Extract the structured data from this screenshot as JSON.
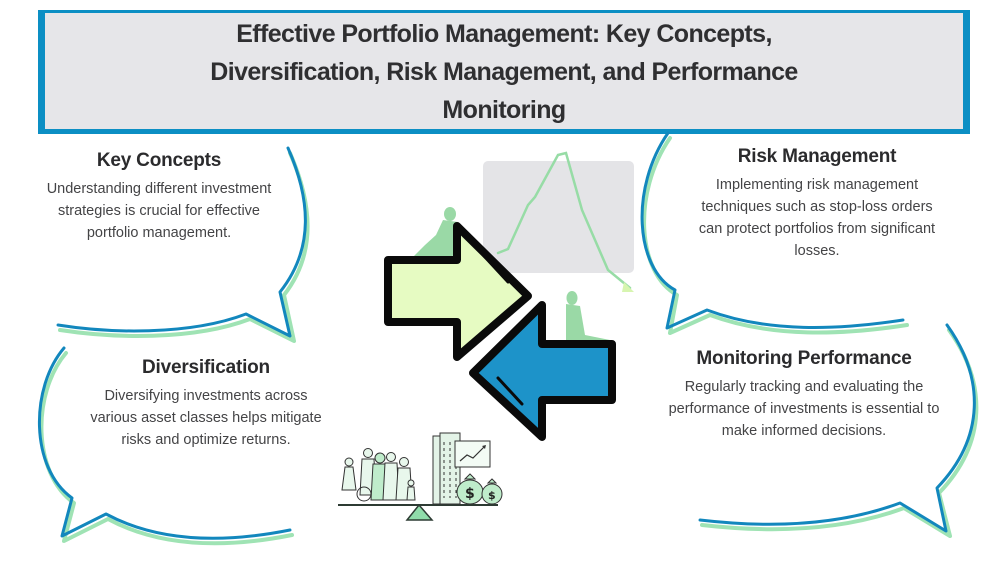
{
  "header": {
    "title_line1": "Effective Portfolio Management: Key Concepts,",
    "title_line2": "Diversification, Risk Management, and Performance",
    "title_line3": "Monitoring"
  },
  "sections": {
    "key_concepts": {
      "title": "Key Concepts",
      "text": "Understanding different investment strategies is crucial for effective portfolio management."
    },
    "risk_management": {
      "title": "Risk Management",
      "text": "Implementing risk management techniques such as stop-loss orders can protect portfolios from significant losses."
    },
    "diversification": {
      "title": "Diversification",
      "text": "Diversifying investments across various asset classes helps mitigate risks and optimize returns."
    },
    "monitoring_performance": {
      "title": "Monitoring Performance",
      "text": "Regularly tracking and evaluating the performance of investments is essential to make informed decisions."
    }
  },
  "illustration": {
    "icons": [
      "exchange-arrows-icon",
      "sitting-person-icon",
      "trend-line-icon",
      "balance-scale-icon",
      "dollar-bag-icon"
    ],
    "money_symbol": "$"
  },
  "colors": {
    "accent_blue": "#0c8fc4",
    "accent_green": "#8fdcaa",
    "light_green": "#e6fbc2",
    "arrow_blue": "#1d93c9",
    "header_bg": "#e6e6e9",
    "text_dark": "#2b2b2d"
  }
}
